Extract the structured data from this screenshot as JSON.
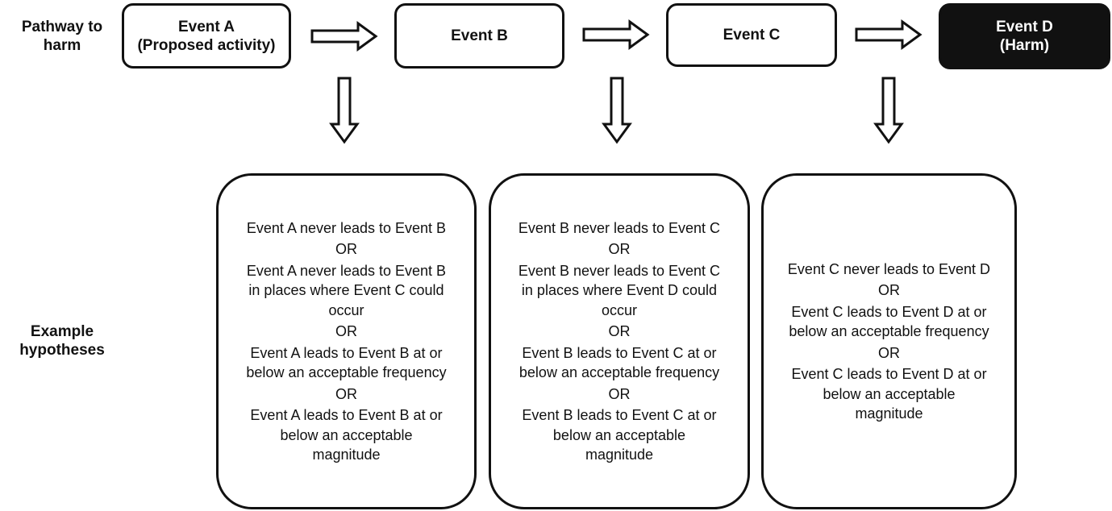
{
  "row_labels": {
    "pathway": [
      "Pathway to",
      "harm"
    ],
    "hypotheses": [
      "Example",
      "hypotheses"
    ]
  },
  "events": [
    {
      "lines": [
        "Event A",
        "(Proposed activity)"
      ],
      "style": "normal"
    },
    {
      "lines": [
        "Event B"
      ],
      "style": "normal"
    },
    {
      "lines": [
        "Event C"
      ],
      "style": "normal"
    },
    {
      "lines": [
        "Event D",
        "(Harm)"
      ],
      "style": "harm"
    }
  ],
  "connector_word": "OR",
  "hypotheses": [
    {
      "statements": [
        [
          "Event A never leads to Event B"
        ],
        [
          "Event A never leads to Event B",
          "in places where Event C could",
          "occur"
        ],
        [
          "Event A leads to Event B at or",
          "below an acceptable frequency"
        ],
        [
          "Event A leads to Event B at or",
          "below an acceptable",
          "magnitude"
        ]
      ]
    },
    {
      "statements": [
        [
          "Event B never leads to Event C"
        ],
        [
          "Event B never leads to Event C",
          "in places where Event D could",
          "occur"
        ],
        [
          "Event B leads to Event C at or",
          "below an acceptable frequency"
        ],
        [
          "Event B leads to Event C at or",
          "below an acceptable",
          "magnitude"
        ]
      ]
    },
    {
      "statements": [
        [
          "Event C never leads to Event D"
        ],
        [
          "Event C leads to Event D at or",
          "below an acceptable frequency"
        ],
        [
          "Event C leads to Event D at or",
          "below an acceptable",
          "magnitude"
        ]
      ]
    }
  ],
  "colors": {
    "line": "#111111",
    "harm_fill": "#111111",
    "harm_text": "#ffffff"
  }
}
